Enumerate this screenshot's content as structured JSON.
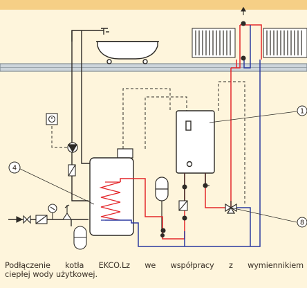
{
  "diagram": {
    "callouts": [
      {
        "id": "1",
        "text": "1"
      },
      {
        "id": "4",
        "text": "4"
      },
      {
        "id": "8",
        "text": "8"
      }
    ]
  },
  "caption": {
    "line1": "Podłączenie kotła EKCO.Lz we współpracy z wymiennikiem",
    "line2": "ciepłej wody użytkowej."
  },
  "colors": {
    "background": "#fef5dc",
    "top_bar": "#f6cf86",
    "hot_pipe": "#e3262a",
    "return_pipe": "#2c39a0",
    "cold_pipe": "#2d2a26",
    "floor_slab": "#9aa4ad"
  }
}
